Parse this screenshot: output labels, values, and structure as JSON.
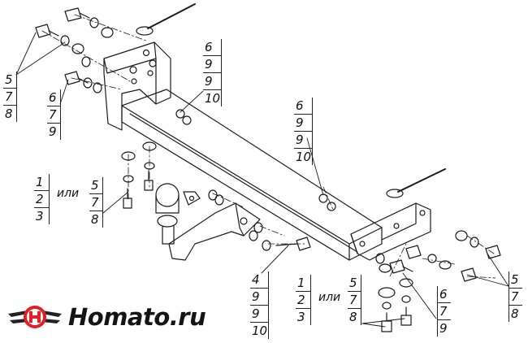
{
  "brand": {
    "name": "Homato.ru",
    "colors": {
      "red": "#e31e24",
      "dark": "#222222"
    }
  },
  "callouts": [
    {
      "id": "c1",
      "items": [
        "5",
        "7",
        "8"
      ]
    },
    {
      "id": "c2",
      "items": [
        "6",
        "7",
        "9"
      ]
    },
    {
      "id": "c3",
      "items": [
        "6",
        "9",
        "9",
        "10"
      ]
    },
    {
      "id": "c4",
      "items": [
        "6",
        "9",
        "9",
        "10"
      ]
    },
    {
      "id": "c5",
      "items": [
        "1",
        "2",
        "3"
      ]
    },
    {
      "id": "c6",
      "items": [
        "5",
        "7",
        "8"
      ]
    },
    {
      "id": "c7",
      "items": [
        "4",
        "9",
        "9",
        "10"
      ]
    },
    {
      "id": "c8",
      "items": [
        "1",
        "2",
        "3"
      ]
    },
    {
      "id": "c9",
      "items": [
        "5",
        "7",
        "8"
      ]
    },
    {
      "id": "c10",
      "items": [
        "6",
        "7",
        "9"
      ]
    },
    {
      "id": "c11",
      "items": [
        "5",
        "7",
        "8"
      ]
    }
  ],
  "or_word": "или"
}
